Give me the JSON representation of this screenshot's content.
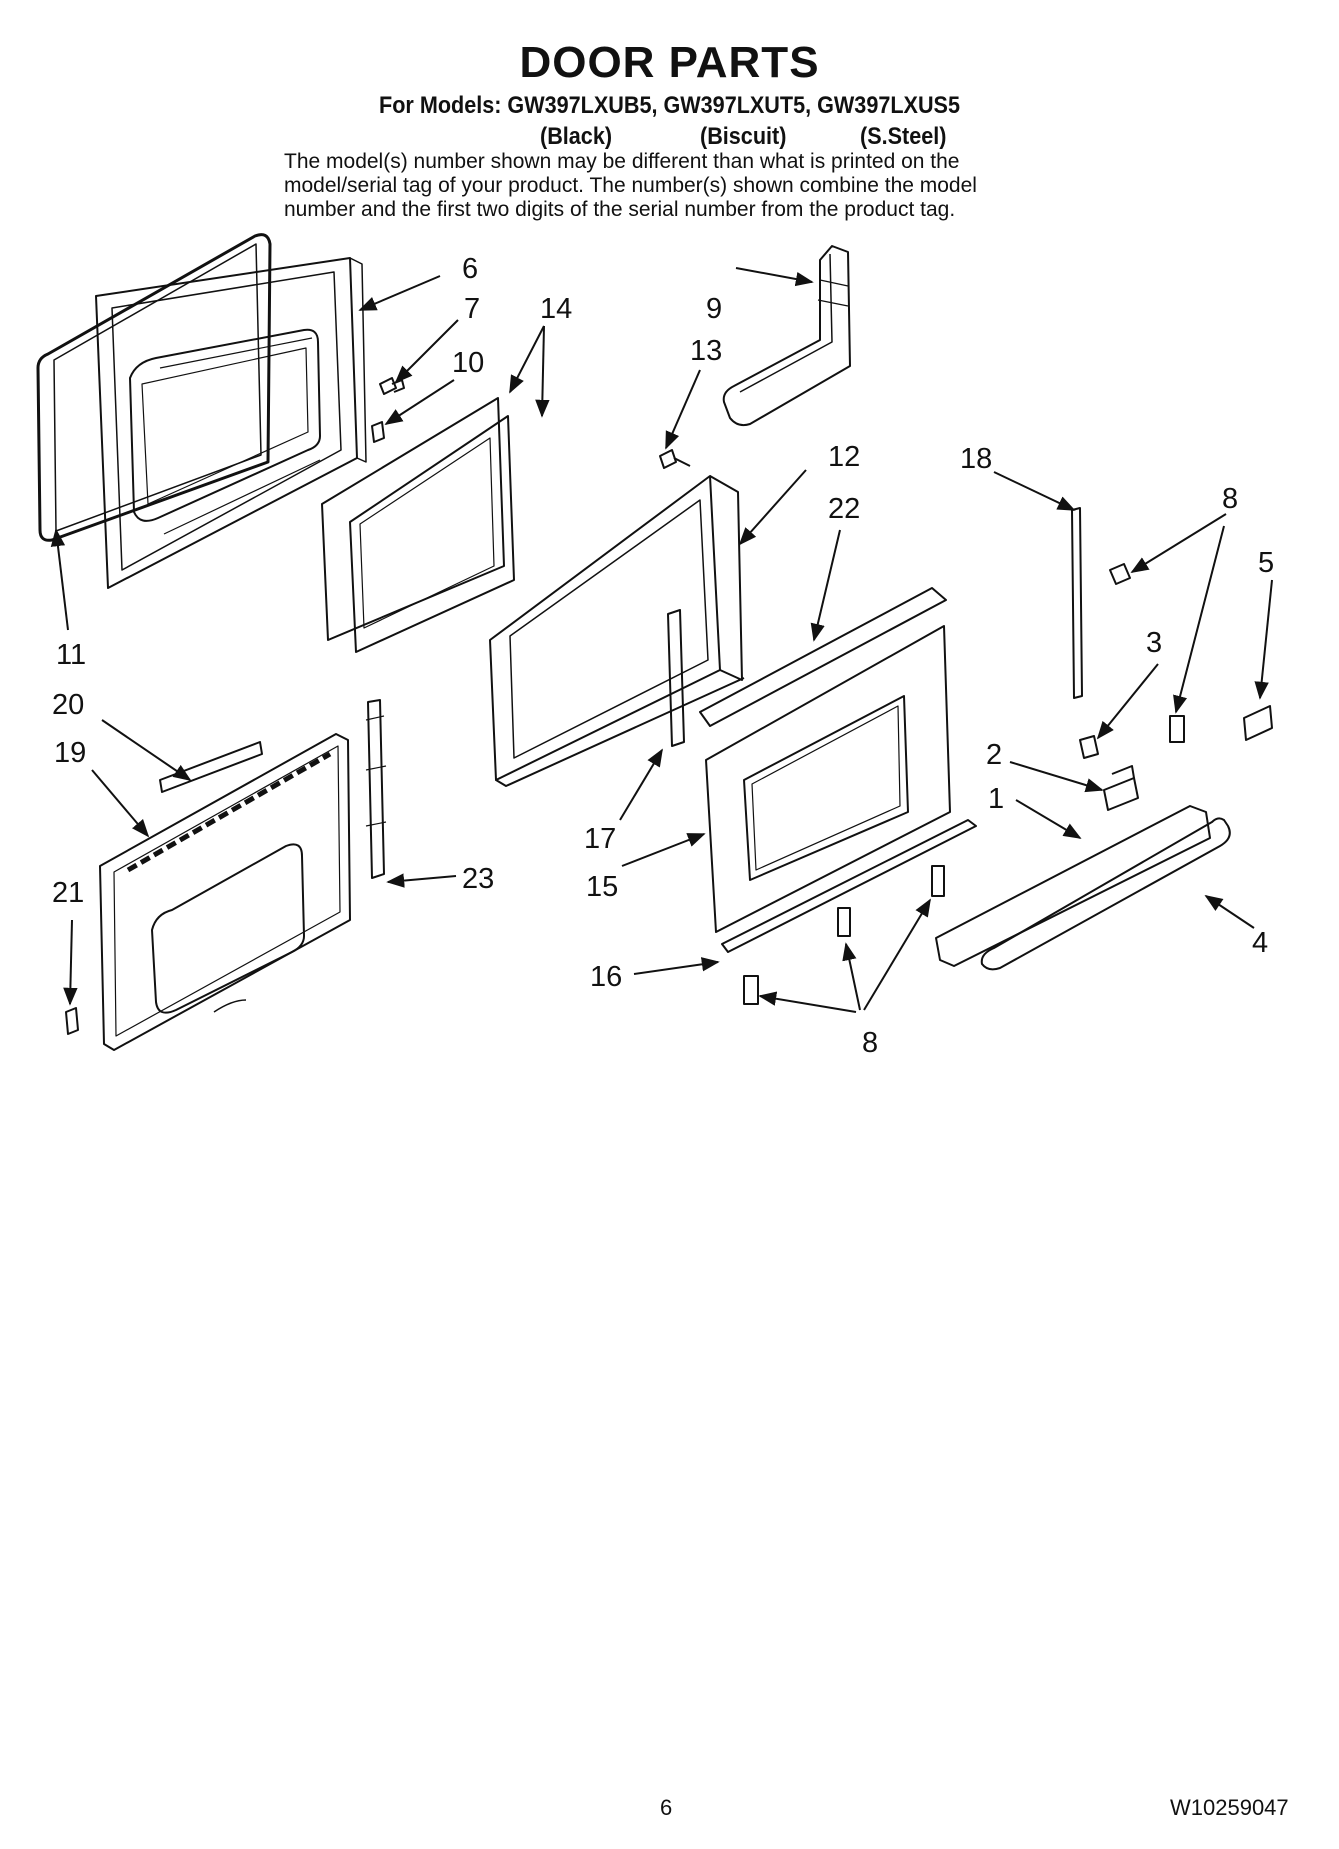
{
  "header": {
    "title": "DOOR PARTS",
    "models_line": "For Models: GW397LXUB5, GW397LXUT5, GW397LXUS5",
    "variants": [
      "(Black)",
      "(Biscuit)",
      "(S.Steel)"
    ],
    "note_lines": [
      "The model(s) number shown may be different than what is printed on the",
      "model/serial tag of your product. The number(s) shown combine the model",
      "number and the first two digits of the serial number from the product tag."
    ]
  },
  "callouts": [
    "6",
    "7",
    "14",
    "9",
    "13",
    "10",
    "12",
    "22",
    "18",
    "8",
    "5",
    "11",
    "3",
    "20",
    "2",
    "19",
    "1",
    "17",
    "23",
    "15",
    "21",
    "4",
    "16",
    "8"
  ],
  "footer": {
    "page_number": "6",
    "document_number": "W10259047"
  }
}
